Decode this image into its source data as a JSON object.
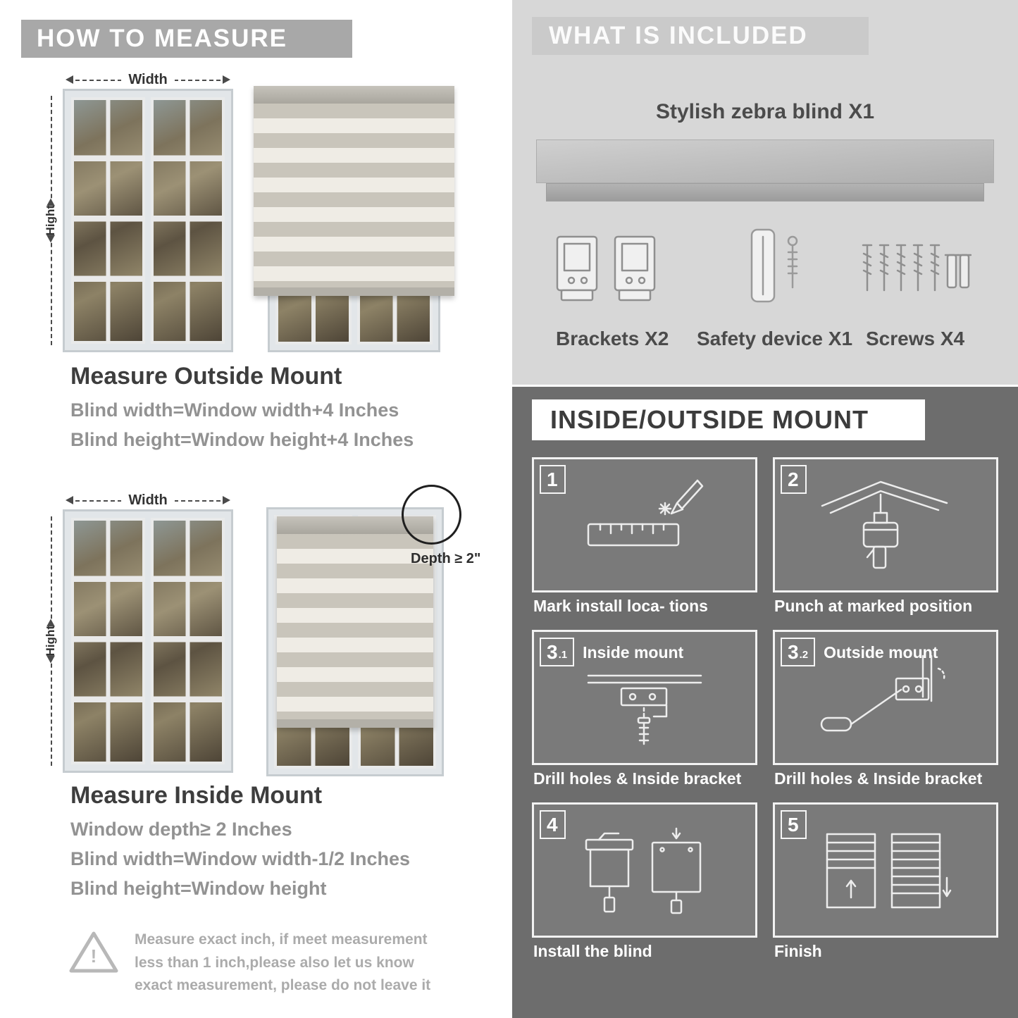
{
  "left": {
    "header": "HOW TO MEASURE",
    "outside": {
      "width_label": "Width",
      "height_label": "Hight",
      "title": "Measure Outside Mount",
      "lines": [
        "Blind width=Window width+4 Inches",
        "Blind height=Window height+4 Inches"
      ]
    },
    "inside": {
      "width_label": "Width",
      "height_label": "Hight",
      "depth_label": "Depth ≥ 2\"",
      "title": "Measure Inside Mount",
      "lines": [
        "Window depth≥ 2 Inches",
        "Blind width=Window width-1/2 Inches",
        "Blind height=Window height"
      ]
    },
    "warning": {
      "mark": "!",
      "text": "Measure exact inch, if meet measurement less than 1 inch,please also let us know exact measurement, please do not leave it"
    }
  },
  "right": {
    "included": {
      "header": "WHAT IS INCLUDED",
      "blind_label": "Stylish zebra blind X1",
      "item_labels": [
        "Brackets X2",
        "Safety device X1",
        "Screws X4"
      ]
    },
    "mount": {
      "header": "INSIDE/OUTSIDE MOUNT",
      "steps": [
        {
          "num": "1",
          "sub": "",
          "title": "",
          "caption": "Mark install loca- tions"
        },
        {
          "num": "2",
          "sub": "",
          "title": "",
          "caption": "Punch at  marked position"
        },
        {
          "num": "3",
          "sub": ".1",
          "title": "Inside mount",
          "caption": "Drill holes &  Inside bracket"
        },
        {
          "num": "3",
          "sub": ".2",
          "title": "Outside mount",
          "caption": "Drill holes &  Inside bracket"
        },
        {
          "num": "4",
          "sub": "",
          "title": "",
          "caption": "Install the blind"
        },
        {
          "num": "5",
          "sub": "",
          "title": "",
          "caption": "Finish"
        }
      ]
    }
  },
  "colors": {
    "left_header_bar": "#a8a8a8",
    "included_bg": "#d7d7d7",
    "mount_bg": "#6d6d6d",
    "title_text": "#3d3d3d",
    "body_text": "#929292",
    "stripe_dark": "#c9c5bb",
    "stripe_light": "#efece5"
  }
}
